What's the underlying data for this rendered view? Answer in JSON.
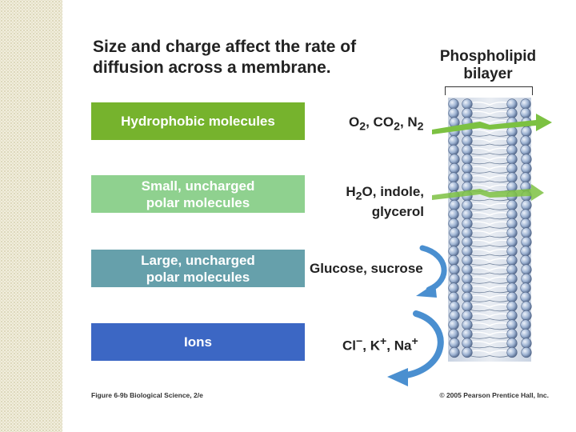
{
  "title_line1": "Size and charge affect the rate of",
  "title_line2": "diffusion across a membrane.",
  "bilayer_label_line1": "Phospholipid",
  "bilayer_label_line2": "bilayer",
  "categories": [
    {
      "label_line1": "Hydrophobic molecules",
      "label_line2": "",
      "color": "#76b32d"
    },
    {
      "label_line1": "Small, uncharged",
      "label_line2": "polar molecules",
      "color": "#8fd18f"
    },
    {
      "label_line1": "Large, uncharged",
      "label_line2": "polar molecules",
      "color": "#66a0ab"
    },
    {
      "label_line1": "Ions",
      "label_line2": "",
      "color": "#3c67c4"
    }
  ],
  "species": {
    "hydrophobic": {
      "o": "O",
      "o_sub": "2",
      "sep1": ", CO",
      "co_sub": "2",
      "sep2": ", N",
      "n_sub": "2"
    },
    "small": {
      "h": "H",
      "h_sub": "2",
      "rest": "O, indole,",
      "line2": "glycerol"
    },
    "large": "Glucose, sucrose",
    "ions": {
      "cl": "Cl",
      "cl_sup": "−",
      "k": ", K",
      "k_sup": "+",
      "na": ", Na",
      "na_sup": "+"
    }
  },
  "arrow_colors": {
    "cross": "#7cc142",
    "reflect": "#4a8fd0"
  },
  "footer_left": "Figure 6-9b   Biological Science, 2/e",
  "footer_right": "© 2005 Pearson Prentice Hall, Inc."
}
